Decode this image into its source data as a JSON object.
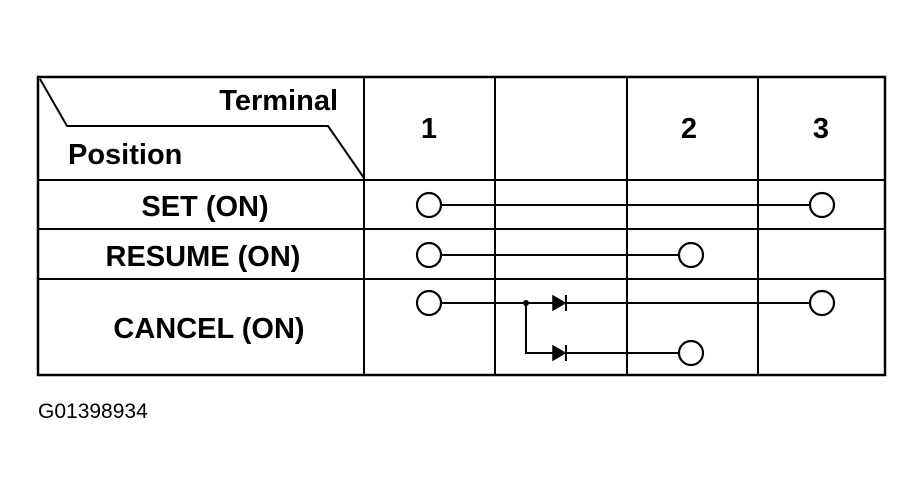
{
  "table": {
    "header": {
      "terminal_label": "Terminal",
      "position_label": "Position",
      "columns": [
        "1",
        "",
        "2",
        "3"
      ]
    },
    "rows": [
      {
        "label": "SET (ON)"
      },
      {
        "label": "RESUME (ON)"
      },
      {
        "label": "CANCEL (ON)"
      }
    ]
  },
  "figure_id": "G01398934"
}
